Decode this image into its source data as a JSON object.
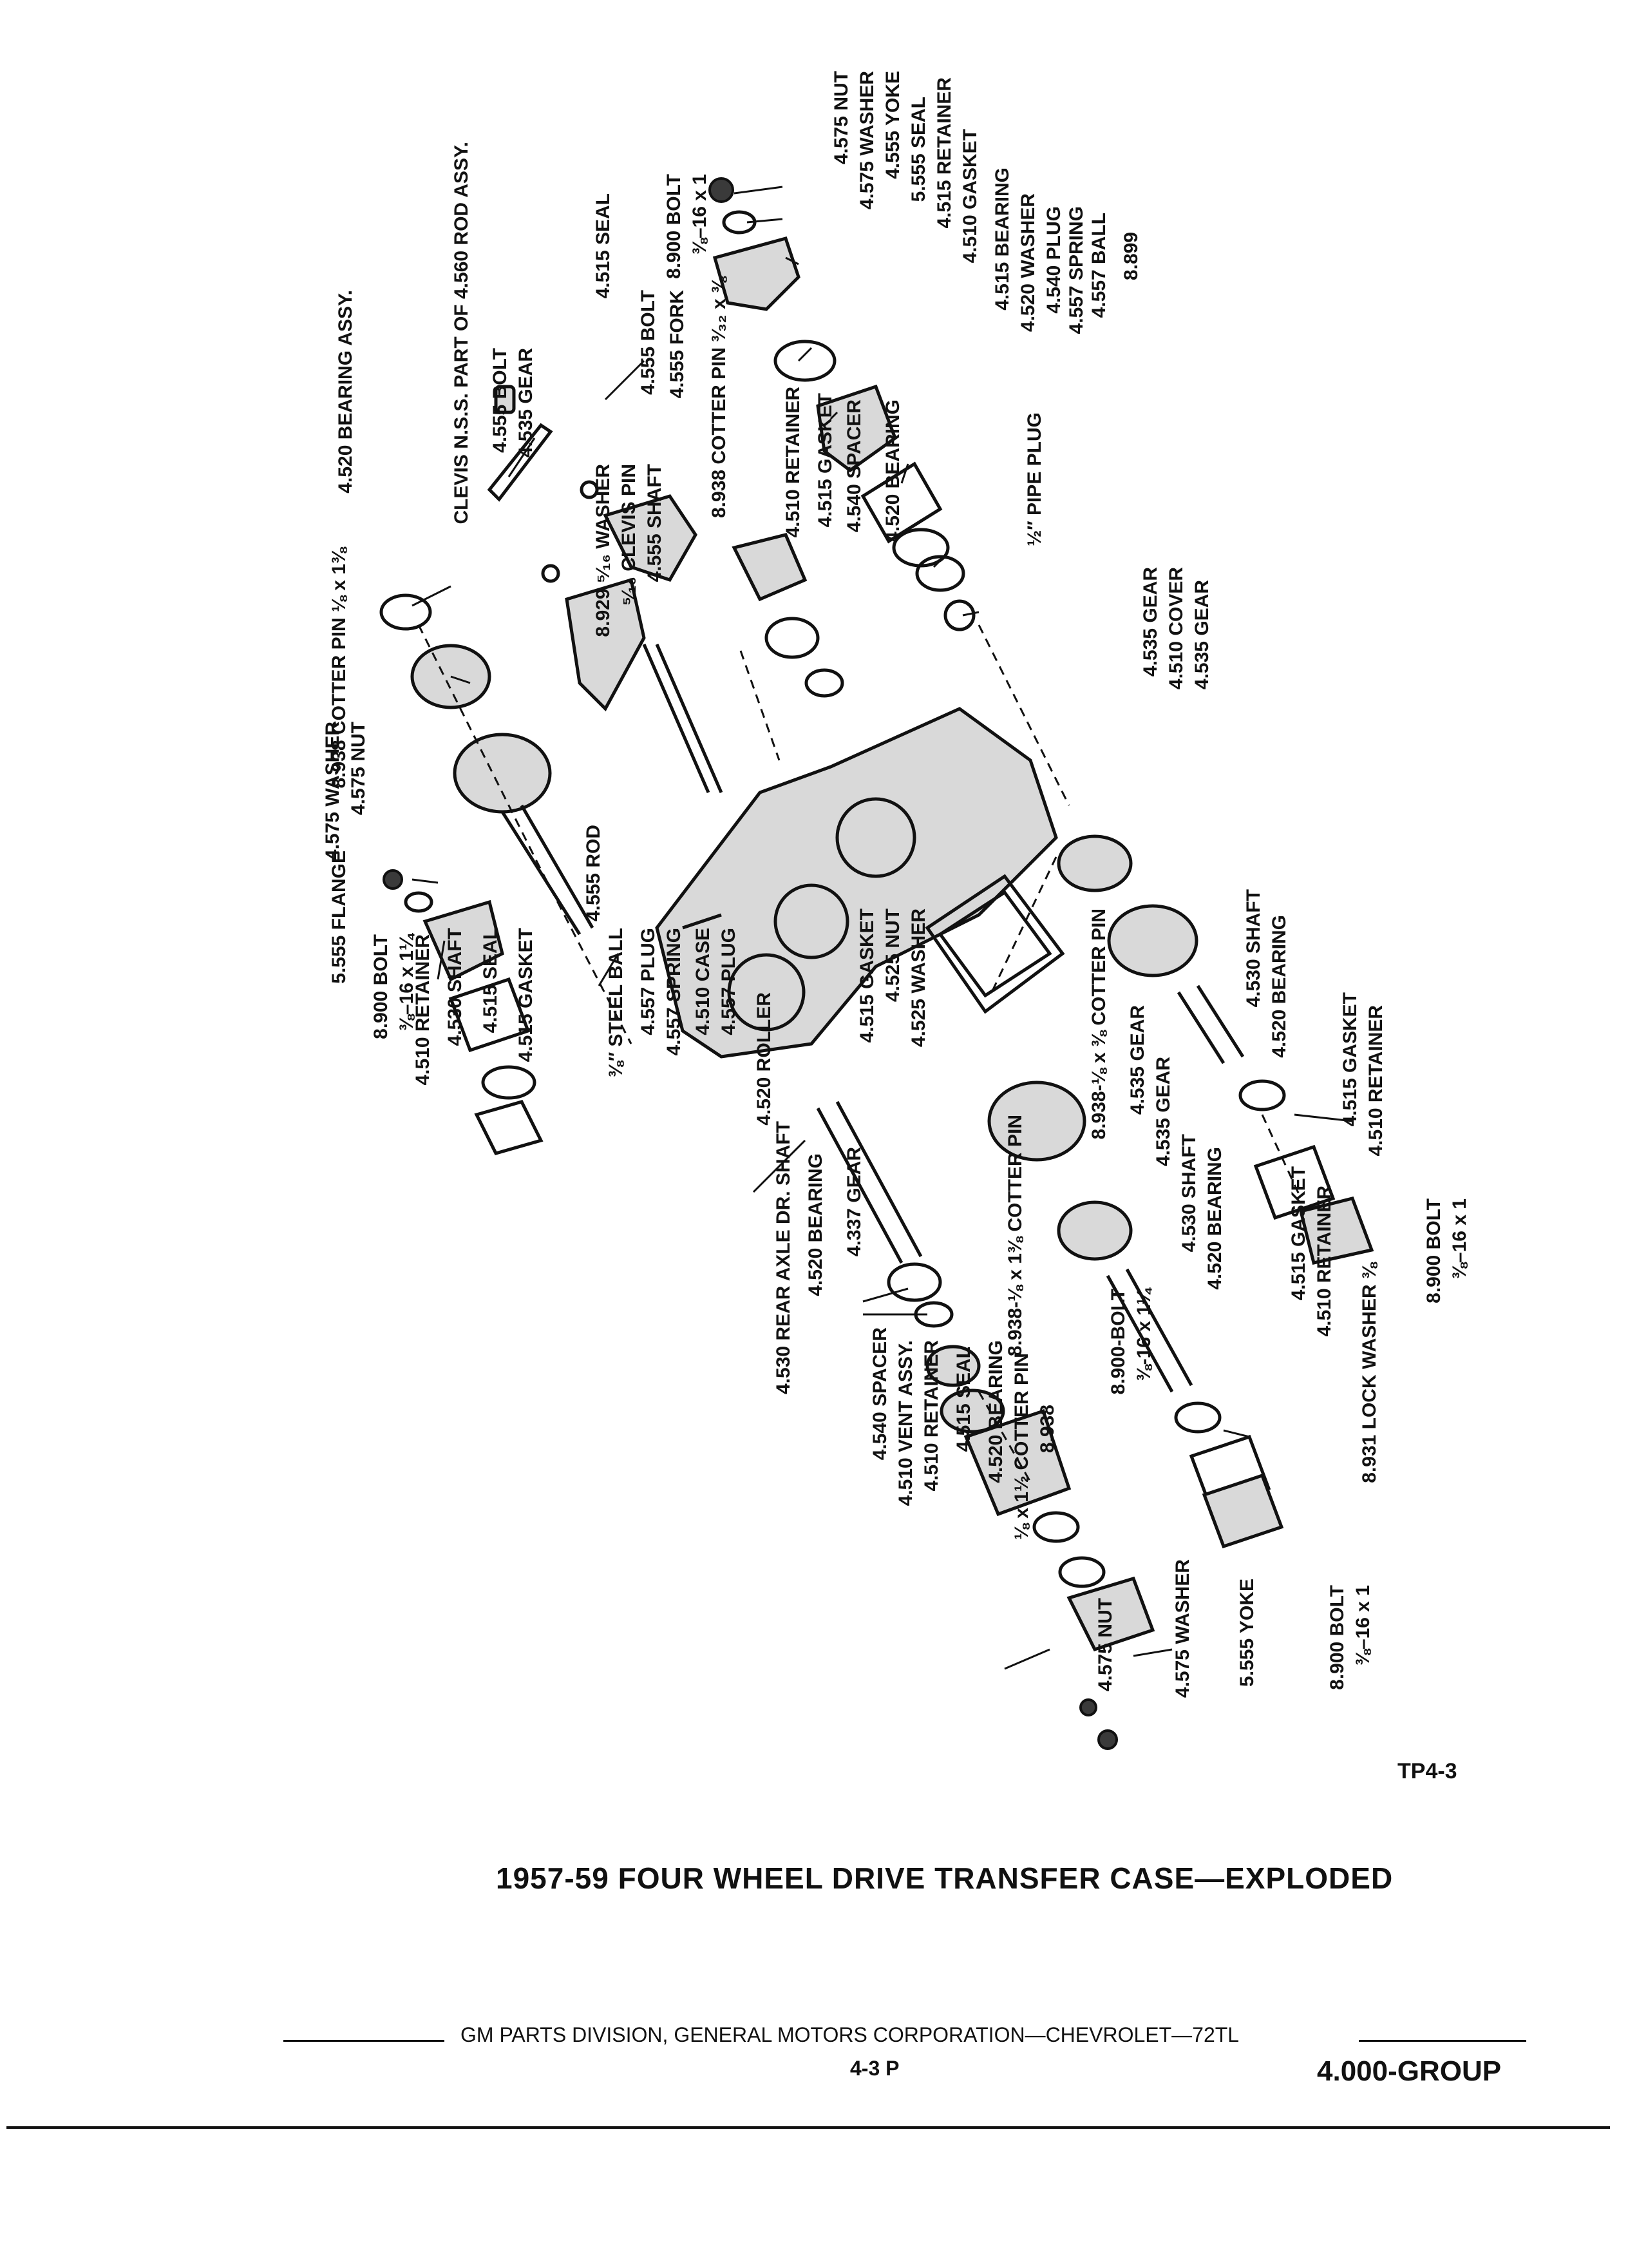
{
  "title": "1957-59 FOUR WHEEL DRIVE TRANSFER CASE—EXPLODED",
  "figure_id": "TP4-3",
  "footer": {
    "publisher": "GM PARTS DIVISION, GENERAL MOTORS CORPORATION—CHEVROLET—72TL",
    "page": "4-3  P",
    "group": "4.000-GROUP"
  },
  "callouts": [
    "4.575 NUT",
    "4.575 WASHER",
    "4.555 YOKE",
    "5.555 SEAL",
    "4.515 RETAINER",
    "4.510 GASKET",
    "4.515 BEARING",
    "4.520 WASHER",
    "4.540 PLUG",
    "4.557 SPRING",
    "4.557 BALL",
    "8.899",
    "8.900 BOLT",
    "⅜–16 x 1",
    "4.515 SEAL",
    "4.555 BOLT",
    "4.555 FORK",
    "8.938 COTTER PIN ³⁄₃₂ x ⅜",
    "4.510 RETAINER",
    "4.515 GASKET",
    "4.540 SPACER",
    "4.520 BEARING",
    "CLEVIS N.S.S. PART OF 4.560 ROD ASSY.",
    "4.520 BEARING ASSY.",
    "4.555 BOLT",
    "4.535 GEAR",
    "8.938 COTTER PIN ⅛ x 1⅜",
    "8.929 ⁵⁄₁₆ WASHER",
    "⁵⁄₁₆ CLEVIS PIN",
    "4.555 SHAFT",
    "½″ PIPE PLUG",
    "4.535 GEAR",
    "4.510 COVER",
    "4.535 GEAR",
    "4.575 WASHER",
    "4.575 NUT",
    "5.555 FLANGE",
    "8.900 BOLT",
    "⅜–16 x 1¼",
    "4.510 RETAINER",
    "4.530 SHAFT",
    "4.515 SEAL",
    "4.515 GASKET",
    "4.555 ROD",
    "⅜″ STEEL BALL",
    "4.557 PLUG",
    "4.557 SPRING",
    "4.510 CASE",
    "4.557 PLUG",
    "4.515 GASKET",
    "4.525 NUT",
    "4.525 WASHER",
    "8.938-⅛ x ⅜ COTTER PIN",
    "4.530 SHAFT",
    "4.520 BEARING",
    "4.515 GASKET",
    "4.510 RETAINER",
    "4.520 ROLLER",
    "4.530 REAR AXLE DR. SHAFT",
    "4.520 BEARING",
    "4.337 GEAR",
    "4.535 GEAR",
    "4.535 GEAR",
    "8.938-⅛ x 1⅜ COTTER PIN",
    "4.530 SHAFT",
    "4.520 BEARING",
    "4.515 GASKET",
    "4.510 RETAINER",
    "8.931 LOCK WASHER ⅜",
    "8.900 BOLT",
    "⅜–16 x 1",
    "8.900-BOLT",
    "⅜-16 x 1¼",
    "4.540 SPACER",
    "4.510 VENT ASSY.",
    "4.510 RETAINER",
    "4.515 SEAL",
    "4.520 BEARING",
    "⅛ x 1½ COTTER PIN",
    "8.938",
    "4.575 NUT",
    "4.575 WASHER",
    "5.555 YOKE",
    "8.900 BOLT",
    "⅜–16 x 1"
  ]
}
